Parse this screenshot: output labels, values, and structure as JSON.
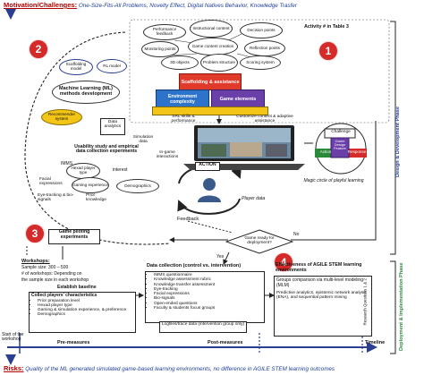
{
  "header": {
    "motivation_label": "Motivation/Challenges:",
    "motivation_text": "One-Size-Fits-All Problems, Novelty Effect, Digital Natives Behavior, Knowledge Trasfer"
  },
  "footer": {
    "risks_label": "Risks:",
    "risks_text": "Quality of the ML generated simulated game-based learning environments, no difference in AGILE STEM learning outcomes"
  },
  "phases": {
    "design": "Design & Development Phase",
    "deployment": "Deployment & Implementation Phase"
  },
  "steps": {
    "s1": "1",
    "s2": "2",
    "s3": "3",
    "s4": "4"
  },
  "activity_label": "Activity # in Table 3",
  "top_ovals": {
    "performance_feedback": "Performance feedback",
    "instructional_content": "Instructional content",
    "decision_points": "Decision points",
    "monitoring_points": "Monitoring points",
    "game_content_creation": "Game content creation",
    "reflection_points": "Reflection points",
    "threed_objects": "3D objects",
    "problem_structure": "Problem structure",
    "scoring_system": "Scoring system"
  },
  "blocks": {
    "scaffolding": "Scaffolding & assistance",
    "env_complexity": "Environment complexity",
    "game_elements": "Game elements"
  },
  "srl_label": "SRL skills & performance",
  "customize_label": "Customize content & adaptive assistance",
  "magic_circle": {
    "challenge": "Challenge",
    "game_design_feature": "Game Design Feature",
    "action": "Action",
    "response": "Response",
    "caption": "Magic circle of playful learning"
  },
  "action_label": "ACTION",
  "player_data_label": "Player data",
  "feedback_label": "Feedback",
  "ml": {
    "scaffolding_model": "Scaffolding model",
    "rl_model": "RL model",
    "methods_dev": "Machine Learning (ML) methods development",
    "recommender": "Recommender system",
    "data_analytics": "Data analytics",
    "simulation_data": "Simulation data",
    "ingame": "In-game interactions",
    "usability": "Usability study and empirical data collection experiments"
  },
  "sensors": {
    "imms": "IMMS",
    "hexad": "Hexad player type",
    "interest": "interest",
    "facial": "Facial expressions",
    "gaming_exp": "Gaming experience",
    "demographics": "Demographics",
    "eye": "Eye-tracking & bio-signals",
    "prior": "Prior knowledge"
  },
  "piloting": "Game piloting experiments",
  "decision": {
    "question": "Game ready for deployment?",
    "yes": "Yes",
    "no": "No"
  },
  "workshops": {
    "title": "Workshops:",
    "lines": [
      "Sample size: 300 – 500",
      "# of workshops: Depending on",
      "the sample size in each workshop"
    ]
  },
  "baseline": {
    "establish": "Establish baseline",
    "collect": "Collect players' characteristics",
    "items": [
      "Prior preparation level",
      "Hexad player type",
      "Gaming & simulation experience, & preference",
      "Demographics"
    ]
  },
  "collection": {
    "title": "Data collection (control vs. intervention)",
    "items": [
      "IMMS questionnaire",
      "Knowledge assessment rubric",
      "Knowledge transfer assessment",
      "Eye-tracking",
      "Facial expressions",
      "Bio-signals",
      "Open-ended questions",
      "Faculty & students focus groups"
    ],
    "logfiles": "Logfiles/trace data (intervention group only)"
  },
  "effectiveness": {
    "title": "Effectiveness of AGILE STEM learning environments",
    "mlm": "Groups comparison via multi-level modeling (MLM)",
    "predictive": "Predictive analytics, epistemic network analysis (ENA), and sequential pattern mining",
    "rq": "Research Questions 1 & 2"
  },
  "timeline": {
    "start": "Start of the workshop",
    "pre": "Pre-measures",
    "post": "Post-measures",
    "end": "Timeline"
  }
}
